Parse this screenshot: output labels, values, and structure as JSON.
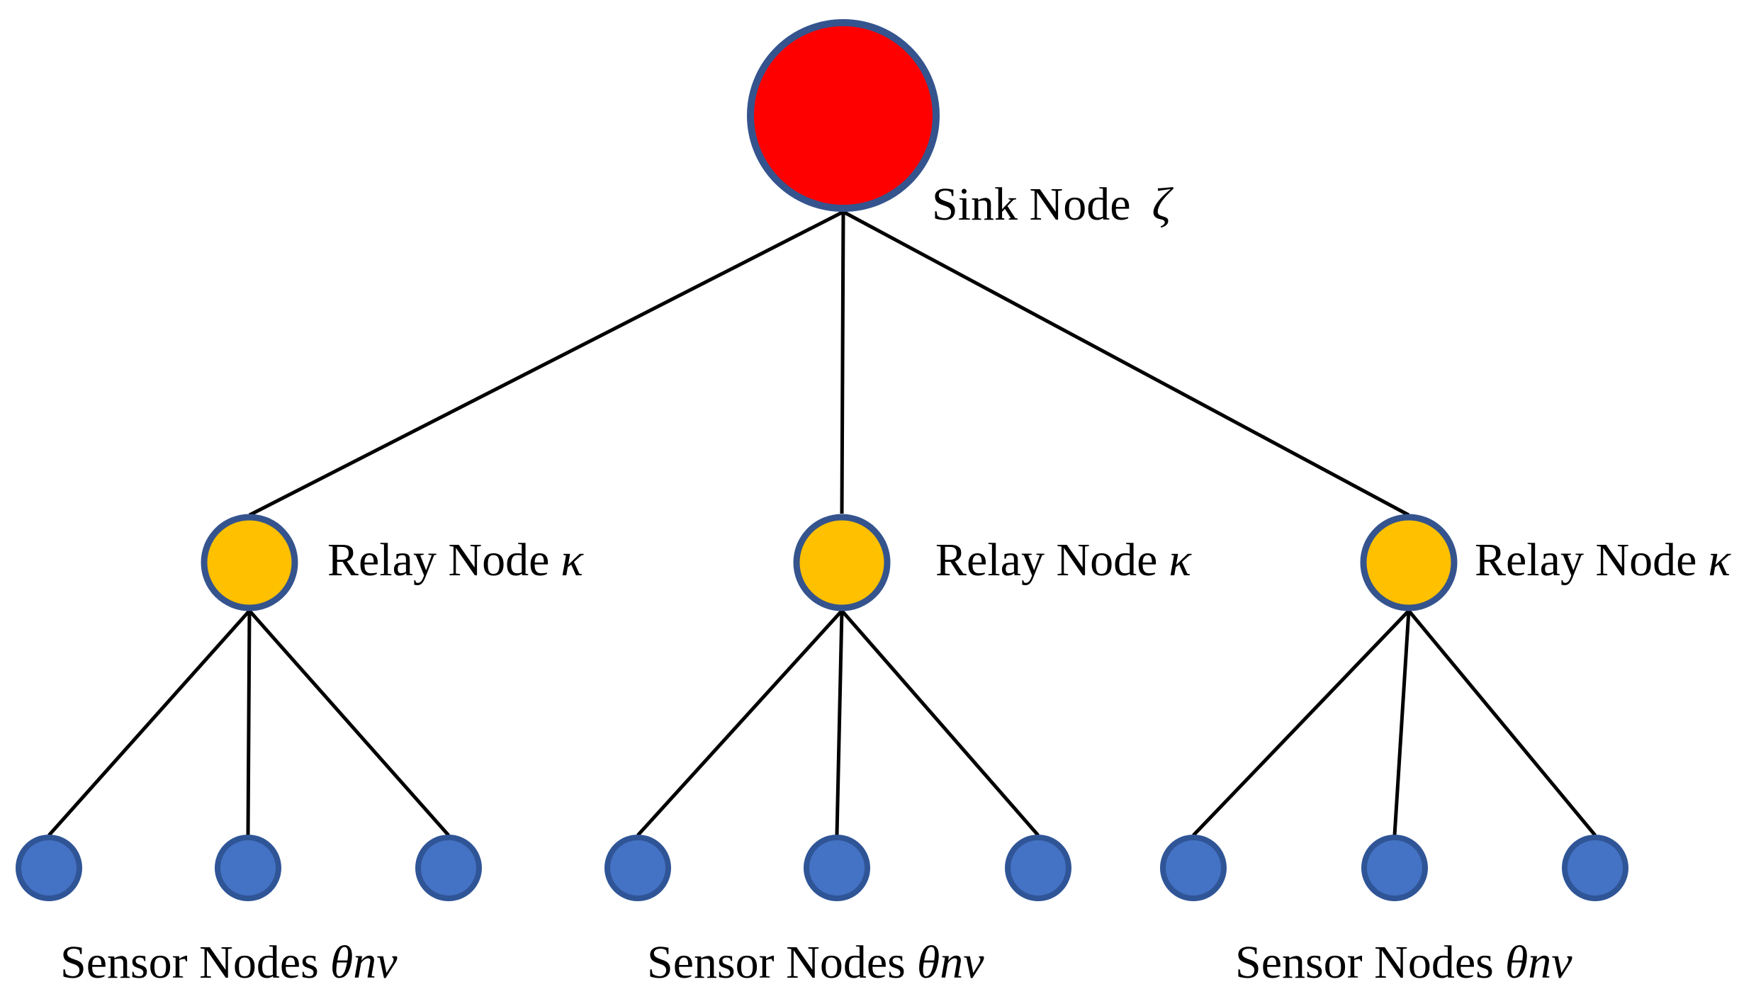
{
  "colors": {
    "background": "#ffffff",
    "sink_fill": "#ff0000",
    "relay_fill": "#ffc000",
    "sensor_fill": "#4472c4",
    "node_border": "#35548e",
    "sensor_border": "#2f5597",
    "edge": "#000000",
    "text": "#000000"
  },
  "diagram": {
    "type": "tree-topology",
    "sink": {
      "text": "Sink Node",
      "symbol": "ζ"
    },
    "relays": [
      {
        "text": "Relay Node",
        "symbol": "κ"
      },
      {
        "text": "Relay Node",
        "symbol": "κ"
      },
      {
        "text": "Relay Node",
        "symbol": "κ"
      }
    ],
    "sensor_groups": [
      {
        "text": "Sensor Nodes",
        "symbol": "θnv",
        "sensor_count": 3
      },
      {
        "text": "Sensor Nodes",
        "symbol": "θnv",
        "sensor_count": 3
      },
      {
        "text": "Sensor Nodes",
        "symbol": "θnv",
        "sensor_count": 3
      }
    ]
  }
}
